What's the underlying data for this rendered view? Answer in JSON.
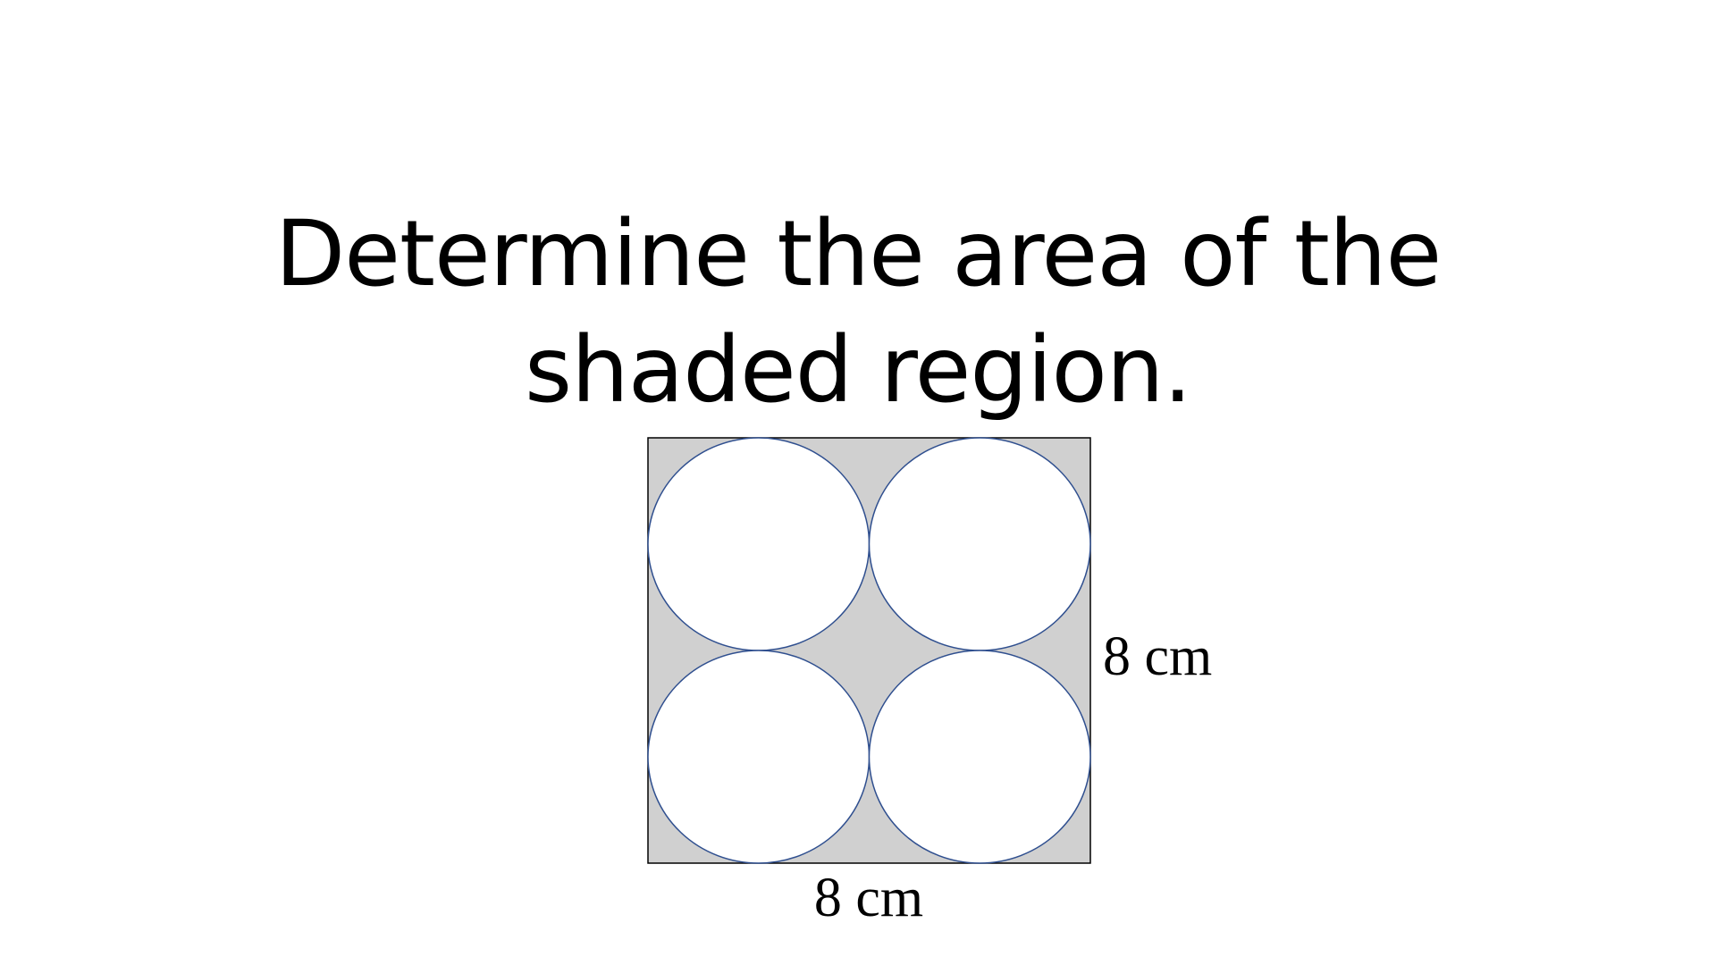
{
  "title": {
    "line1": "Determine the area of the",
    "line2": "shaded region."
  },
  "figure": {
    "side_label": "8 cm",
    "bottom_label": "8 cm",
    "shade_color": "#d0d0d0",
    "circle_stroke": "#2f4f8f",
    "square_stroke": "#000000"
  }
}
